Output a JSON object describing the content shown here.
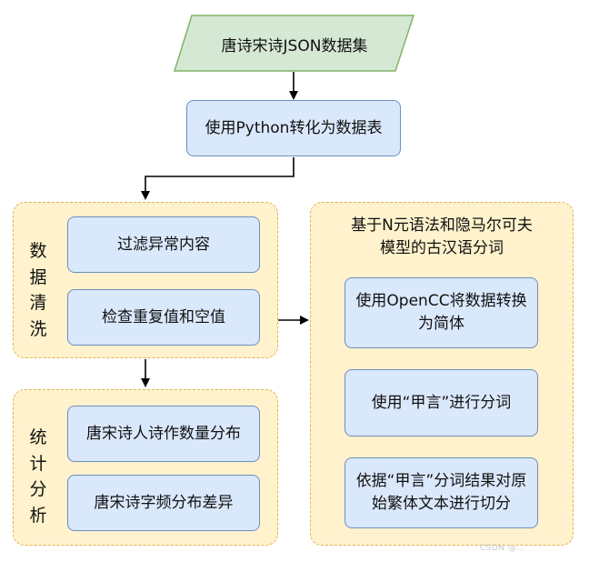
{
  "start": {
    "label": "唐诗宋诗JSON数据集"
  },
  "convert": {
    "label": "使用Python转化为数据表"
  },
  "cleaning": {
    "title_chars": [
      "数",
      "据",
      "清",
      "洗"
    ],
    "steps": [
      "过滤异常内容",
      "检查重复值和空值"
    ]
  },
  "stats": {
    "title_chars": [
      "统",
      "计",
      "分",
      "析"
    ],
    "steps": [
      "唐宋诗人诗作数量分布",
      "唐宋诗字频分布差异"
    ]
  },
  "segmentation": {
    "title_lines": [
      "基于N元语法和隐马尔可夫",
      "模型的古汉语分词"
    ],
    "steps": [
      [
        "使用OpenCC将数据转换",
        "为简体"
      ],
      [
        "使用“甲言”进行分词"
      ],
      [
        "依据“甲言”分词结果对原",
        "始繁体文本进行切分"
      ]
    ]
  },
  "colors": {
    "start_fill": "#d5e8d4",
    "start_stroke": "#82b366",
    "box_fill": "#dae8fc",
    "box_stroke": "#6c8ebf",
    "group_fill": "#fff2cc",
    "group_stroke": "#e3b35a"
  },
  "watermark": "CSDN @..."
}
